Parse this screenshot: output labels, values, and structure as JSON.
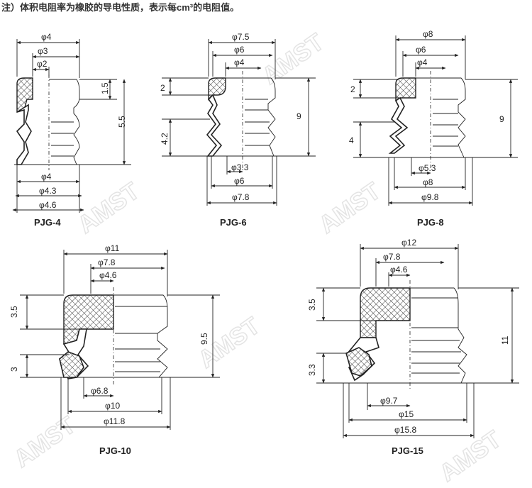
{
  "note": "注）体积电阻率为橡胶的导电性质，表示每cm³的电阻值。",
  "watermark": "AMST",
  "models": [
    {
      "name": "PJG-4",
      "top_dims": [
        "φ4",
        "φ3",
        "φ2"
      ],
      "side_dims": [
        "1.5",
        "5.5"
      ],
      "bottom_dims": [
        "φ4",
        "φ4.3",
        "φ4.6"
      ]
    },
    {
      "name": "PJG-6",
      "top_dims": [
        "φ7.5",
        "φ6",
        "φ4"
      ],
      "side_dims": [
        "2",
        "4.2",
        "9"
      ],
      "bottom_dims": [
        "φ3.3",
        "φ6",
        "φ7.8"
      ]
    },
    {
      "name": "PJG-8",
      "top_dims": [
        "φ8",
        "φ6",
        "φ4"
      ],
      "side_dims": [
        "2",
        "4",
        "9"
      ],
      "bottom_dims": [
        "φ5.3",
        "φ8",
        "φ9.8"
      ]
    },
    {
      "name": "PJG-10",
      "top_dims": [
        "φ11",
        "φ7.8",
        "φ4.6"
      ],
      "side_dims": [
        "3.5",
        "3",
        "9.5"
      ],
      "bottom_dims": [
        "φ6.8",
        "φ10",
        "φ11.8"
      ]
    },
    {
      "name": "PJG-15",
      "top_dims": [
        "φ12",
        "φ7.8",
        "φ4.6"
      ],
      "side_dims": [
        "3.5",
        "3.3",
        "11"
      ],
      "bottom_dims": [
        "φ9.7",
        "φ15",
        "φ15.8"
      ]
    }
  ]
}
